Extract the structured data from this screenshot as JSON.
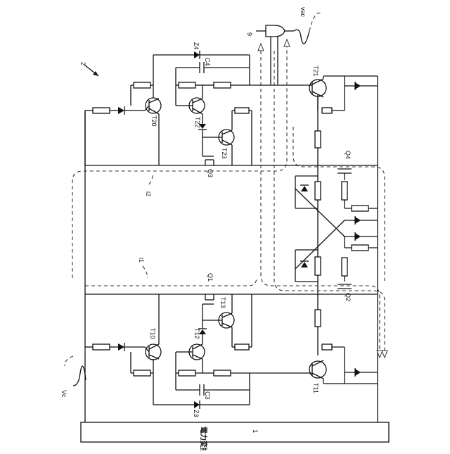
{
  "labels": {
    "ref2": "2",
    "ref9": "9",
    "vac": "vac",
    "vc": "Vc",
    "i1": "i1",
    "i2": "i2",
    "t20": "T20",
    "t22": "T22",
    "t23": "T23",
    "t21": "T21",
    "t10": "T10",
    "t12": "T12",
    "t13": "T13",
    "t11": "T11",
    "q1": "Q1",
    "q2": "Q2",
    "q3": "Q3",
    "q4": "Q4",
    "z4": "Z4",
    "z3": "Z3",
    "c4": "C4",
    "c3": "C3"
  },
  "power_block": {
    "title": "電力変換部",
    "ref": "1"
  }
}
